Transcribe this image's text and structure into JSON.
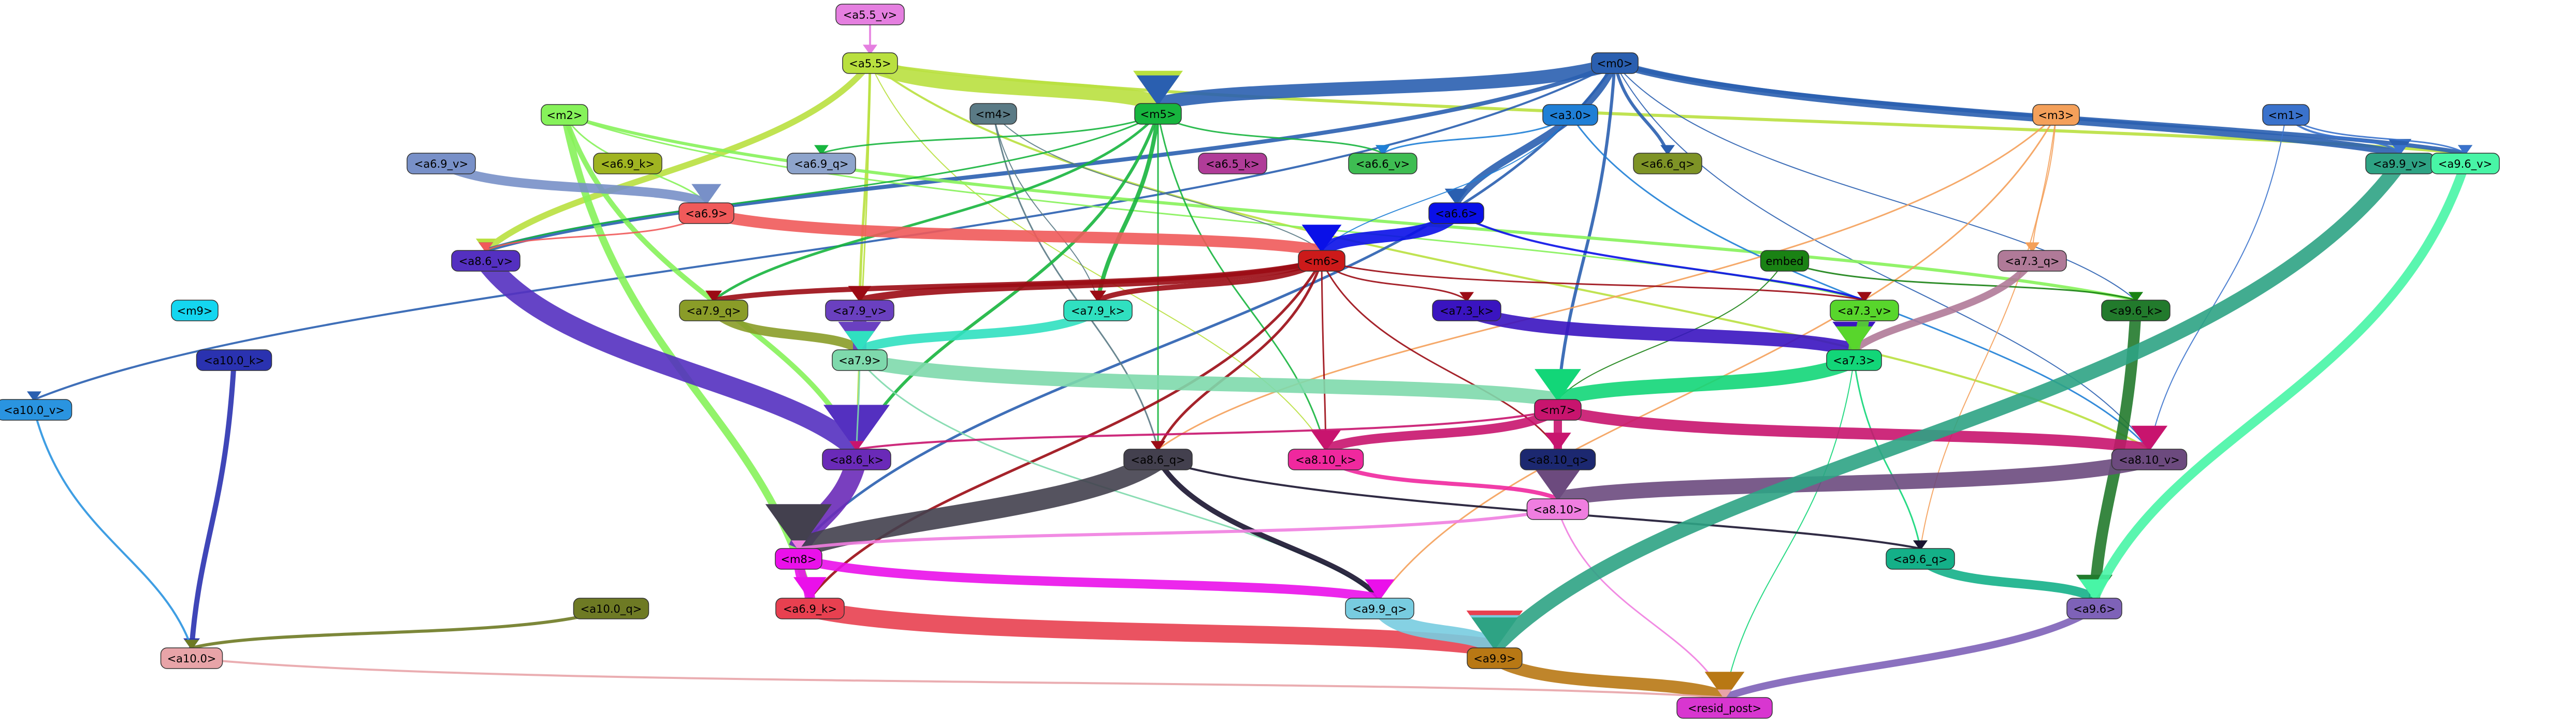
{
  "graph": {
    "nodes": [
      {
        "id": "a5_5_v",
        "label": "<a5.5_v>",
        "fill": "#e57fe0",
        "text": "#000000"
      },
      {
        "id": "a5_5",
        "label": "<a5.5>",
        "fill": "#b9e03f",
        "text": "#000000"
      },
      {
        "id": "m0",
        "label": "<m0>",
        "fill": "#2a5fb0",
        "text": "#000000"
      },
      {
        "id": "m2",
        "label": "<m2>",
        "fill": "#86f25a",
        "text": "#000000"
      },
      {
        "id": "m4",
        "label": "<m4>",
        "fill": "#5a7a85",
        "text": "#000000"
      },
      {
        "id": "m5",
        "label": "<m5>",
        "fill": "#17b53e",
        "text": "#000000"
      },
      {
        "id": "a3_0",
        "label": "<a3.0>",
        "fill": "#1f7fd6",
        "text": "#000000"
      },
      {
        "id": "m3",
        "label": "<m3>",
        "fill": "#f4a05a",
        "text": "#000000"
      },
      {
        "id": "m1",
        "label": "<m1>",
        "fill": "#3a72cc",
        "text": "#000000"
      },
      {
        "id": "a6_9_v",
        "label": "<a6.9_v>",
        "fill": "#7890c8",
        "text": "#000000"
      },
      {
        "id": "a6_9_k",
        "label": "<a6.9_k>",
        "fill": "#a0b421",
        "text": "#000000"
      },
      {
        "id": "a6_9_q",
        "label": "<a6.9_q>",
        "fill": "#8ea4cc",
        "text": "#000000"
      },
      {
        "id": "a6_5_k",
        "label": "<a6.5_k>",
        "fill": "#b03c98",
        "text": "#000000"
      },
      {
        "id": "a6_6_v",
        "label": "<a6.6_v>",
        "fill": "#3ebd52",
        "text": "#000000"
      },
      {
        "id": "a6_6_q",
        "label": "<a6.6_q>",
        "fill": "#7e9326",
        "text": "#000000"
      },
      {
        "id": "a9_9_v",
        "label": "<a9.9_v>",
        "fill": "#2ea384",
        "text": "#000000"
      },
      {
        "id": "a9_6_v",
        "label": "<a9.6_v>",
        "fill": "#48f5a6",
        "text": "#000000"
      },
      {
        "id": "a6_9",
        "label": "<a6.9>",
        "fill": "#f05a5a",
        "text": "#000000"
      },
      {
        "id": "a6_6",
        "label": "<a6.6>",
        "fill": "#0a10e8",
        "text": "#000000"
      },
      {
        "id": "a8_6_v",
        "label": "<a8.6_v>",
        "fill": "#5430c0",
        "text": "#000000"
      },
      {
        "id": "m6",
        "label": "<m6>",
        "fill": "#cc1a1a",
        "text": "#000000"
      },
      {
        "id": "embed",
        "label": "embed",
        "fill": "#1a8214",
        "text": "#000000"
      },
      {
        "id": "a7_3_q",
        "label": "<a7.3_q>",
        "fill": "#b07a98",
        "text": "#000000"
      },
      {
        "id": "m9",
        "label": "<m9>",
        "fill": "#14d6f0",
        "text": "#000000"
      },
      {
        "id": "a7_9_q",
        "label": "<a7.9_q>",
        "fill": "#8a9c28",
        "text": "#000000"
      },
      {
        "id": "a7_9_v",
        "label": "<a7.9_v>",
        "fill": "#6a40c0",
        "text": "#000000"
      },
      {
        "id": "a7_9_k",
        "label": "<a7.9_k>",
        "fill": "#30e0c0",
        "text": "#000000"
      },
      {
        "id": "a7_3_k",
        "label": "<a7.3_k>",
        "fill": "#3a14c0",
        "text": "#000000"
      },
      {
        "id": "a7_3_v",
        "label": "<a7.3_v>",
        "fill": "#58d62c",
        "text": "#000000"
      },
      {
        "id": "a9_6_k",
        "label": "<a9.6_k>",
        "fill": "#227a2c",
        "text": "#000000"
      },
      {
        "id": "a10_0_k",
        "label": "<a10.0_k>",
        "fill": "#2a32b0",
        "text": "#000000"
      },
      {
        "id": "a7_9",
        "label": "<a7.9>",
        "fill": "#7ed9ac",
        "text": "#000000"
      },
      {
        "id": "a7_3",
        "label": "<a7.3>",
        "fill": "#12d678",
        "text": "#000000"
      },
      {
        "id": "a10_0_v",
        "label": "<a10.0_v>",
        "fill": "#2a94e0",
        "text": "#000000"
      },
      {
        "id": "m7",
        "label": "<m7>",
        "fill": "#c8146e",
        "text": "#000000"
      },
      {
        "id": "a8_6_k",
        "label": "<a8.6_k>",
        "fill": "#6a2ab8",
        "text": "#000000"
      },
      {
        "id": "a8_6_q",
        "label": "<a8.6_q>",
        "fill": "#43404e",
        "text": "#000000"
      },
      {
        "id": "a8_10_k",
        "label": "<a8.10_k>",
        "fill": "#f0289e",
        "text": "#000000"
      },
      {
        "id": "a8_10_q",
        "label": "<a8.10_q>",
        "fill": "#1c2870",
        "text": "#000000"
      },
      {
        "id": "a8_10_v",
        "label": "<a8.10_v>",
        "fill": "#6c4a7e",
        "text": "#000000"
      },
      {
        "id": "a8_10",
        "label": "<a8.10>",
        "fill": "#f07ee0",
        "text": "#000000"
      },
      {
        "id": "a9_6_q",
        "label": "<a9.6_q>",
        "fill": "#14b088",
        "text": "#000000"
      },
      {
        "id": "m8",
        "label": "<m8>",
        "fill": "#ea10ea",
        "text": "#000000"
      },
      {
        "id": "a10_0_q",
        "label": "<a10.0_q>",
        "fill": "#6e7a24",
        "text": "#000000"
      },
      {
        "id": "a6_9_k2",
        "label": "<a6.9_k>",
        "fill": "#e84050",
        "text": "#000000"
      },
      {
        "id": "a9_9_q",
        "label": "<a9.9_q>",
        "fill": "#78cce0",
        "text": "#000000"
      },
      {
        "id": "a9_6",
        "label": "<a9.6>",
        "fill": "#7e62b8",
        "text": "#000000"
      },
      {
        "id": "a10_0",
        "label": "<a10.0>",
        "fill": "#e8a4a8",
        "text": "#000000"
      },
      {
        "id": "a9_9",
        "label": "<a9.9>",
        "fill": "#b87814",
        "text": "#000000"
      },
      {
        "id": "resid_post",
        "label": "<resid_post>",
        "fill": "#d836d0",
        "text": "#000000"
      }
    ],
    "edges": [
      {
        "from": "a5_5_v",
        "to": "a5_5",
        "color": "#e57fe0",
        "w": 4,
        "arrow": true
      },
      {
        "from": "a5_5",
        "to": "m5",
        "color": "#b9e03f",
        "w": 30,
        "arrow": true
      },
      {
        "from": "a5_5",
        "to": "a8_6_v",
        "color": "#b9e03f",
        "w": 12,
        "arrow": true
      },
      {
        "from": "a5_5",
        "to": "a9_6_v",
        "color": "#b9e03f",
        "w": 6,
        "arrow": true
      },
      {
        "from": "a5_5",
        "to": "a7_9_v",
        "color": "#b9e03f",
        "w": 5,
        "arrow": true
      },
      {
        "from": "a5_5",
        "to": "a8_6_k",
        "color": "#b9e03f",
        "w": 3,
        "arrow": true
      },
      {
        "from": "a5_5",
        "to": "a8_10_v",
        "color": "#b9e03f",
        "w": 4,
        "arrow": true
      },
      {
        "from": "a5_5",
        "to": "a8_10_k",
        "color": "#b9e03f",
        "w": 2,
        "arrow": true
      },
      {
        "from": "m0",
        "to": "m5",
        "color": "#2a5fb0",
        "w": 26,
        "arrow": true
      },
      {
        "from": "m0",
        "to": "a6_6",
        "color": "#2a5fb0",
        "w": 14,
        "arrow": true
      },
      {
        "from": "m0",
        "to": "a9_9_v",
        "color": "#2a5fb0",
        "w": 14,
        "arrow": true
      },
      {
        "from": "m0",
        "to": "a9_6_v",
        "color": "#2a5fb0",
        "w": 8,
        "arrow": true
      },
      {
        "from": "m0",
        "to": "a8_6_v",
        "color": "#2a5fb0",
        "w": 8,
        "arrow": true
      },
      {
        "from": "m0",
        "to": "a6_6_q",
        "color": "#2a5fb0",
        "w": 6,
        "arrow": true
      },
      {
        "from": "m0",
        "to": "m7",
        "color": "#2a5fb0",
        "w": 6,
        "arrow": true
      },
      {
        "from": "m0",
        "to": "a10_0_v",
        "color": "#2a5fb0",
        "w": 4,
        "arrow": true
      },
      {
        "from": "m0",
        "to": "m8",
        "color": "#2a5fb0",
        "w": 5,
        "arrow": true
      },
      {
        "from": "m0",
        "to": "a8_10_v",
        "color": "#2a5fb0",
        "w": 2,
        "arrow": true
      },
      {
        "from": "m0",
        "to": "a9_6_k",
        "color": "#2a5fb0",
        "w": 2,
        "arrow": true
      },
      {
        "from": "m2",
        "to": "a6_9_k2",
        "color": "#86f25a",
        "w": 14,
        "arrow": true
      },
      {
        "from": "m2",
        "to": "a8_6_k",
        "color": "#86f25a",
        "w": 10,
        "arrow": true
      },
      {
        "from": "m2",
        "to": "a9_6_k",
        "color": "#86f25a",
        "w": 6,
        "arrow": true
      },
      {
        "from": "m2",
        "to": "a7_3_v",
        "color": "#86f25a",
        "w": 3,
        "arrow": true
      },
      {
        "from": "m2",
        "to": "a6_9",
        "color": "#86f25a",
        "w": 3,
        "arrow": true
      },
      {
        "from": "m4",
        "to": "a8_6_q",
        "color": "#5a7a85",
        "w": 3,
        "arrow": true
      },
      {
        "from": "m4",
        "to": "a7_9_k",
        "color": "#5a7a85",
        "w": 2,
        "arrow": true
      },
      {
        "from": "m4",
        "to": "m6",
        "color": "#5a7a85",
        "w": 2,
        "arrow": true
      },
      {
        "from": "m5",
        "to": "a7_9_k",
        "color": "#17b53e",
        "w": 8,
        "arrow": true
      },
      {
        "from": "m5",
        "to": "a8_6_k",
        "color": "#17b53e",
        "w": 6,
        "arrow": true
      },
      {
        "from": "m5",
        "to": "a7_9_q",
        "color": "#17b53e",
        "w": 5,
        "arrow": true
      },
      {
        "from": "m5",
        "to": "a6_9_q",
        "color": "#17b53e",
        "w": 3,
        "arrow": true
      },
      {
        "from": "m5",
        "to": "a6_6_v",
        "color": "#17b53e",
        "w": 3,
        "arrow": true
      },
      {
        "from": "m5",
        "to": "a8_6_v",
        "color": "#17b53e",
        "w": 3,
        "arrow": true
      },
      {
        "from": "m5",
        "to": "a8_10_k",
        "color": "#17b53e",
        "w": 3,
        "arrow": true
      },
      {
        "from": "m5",
        "to": "a8_6_q",
        "color": "#17b53e",
        "w": 3,
        "arrow": true
      },
      {
        "from": "a3_0",
        "to": "a6_6_v",
        "color": "#1f7fd6",
        "w": 3,
        "arrow": true
      },
      {
        "from": "a3_0",
        "to": "a8_10_v",
        "color": "#1f7fd6",
        "w": 3,
        "arrow": true
      },
      {
        "from": "a3_0",
        "to": "m6",
        "color": "#1f7fd6",
        "w": 2,
        "arrow": true
      },
      {
        "from": "m3",
        "to": "a9_9_q",
        "color": "#f4a05a",
        "w": 3,
        "arrow": true
      },
      {
        "from": "m3",
        "to": "a8_6_q",
        "color": "#f4a05a",
        "w": 3,
        "arrow": true
      },
      {
        "from": "m3",
        "to": "a7_3_q",
        "color": "#f4a05a",
        "w": 2,
        "arrow": true
      },
      {
        "from": "m3",
        "to": "a9_6_q",
        "color": "#f4a05a",
        "w": 2,
        "arrow": true
      },
      {
        "from": "m1",
        "to": "a9_9_v",
        "color": "#3a72cc",
        "w": 4,
        "arrow": true
      },
      {
        "from": "m1",
        "to": "a9_6_v",
        "color": "#3a72cc",
        "w": 3,
        "arrow": true
      },
      {
        "from": "m1",
        "to": "a8_10_v",
        "color": "#3a72cc",
        "w": 2,
        "arrow": true
      },
      {
        "from": "a6_9_v",
        "to": "a6_9",
        "color": "#7890c8",
        "w": 18,
        "arrow": true
      },
      {
        "from": "a6_9",
        "to": "m6",
        "color": "#f05a5a",
        "w": 22,
        "arrow": true
      },
      {
        "from": "a6_9",
        "to": "a8_6_v",
        "color": "#f05a5a",
        "w": 3,
        "arrow": true
      },
      {
        "from": "a6_6",
        "to": "m6",
        "color": "#0a10e8",
        "w": 24,
        "arrow": true
      },
      {
        "from": "a6_6",
        "to": "a7_3_v",
        "color": "#0a10e8",
        "w": 4,
        "arrow": true
      },
      {
        "from": "a8_6_v",
        "to": "a8_6_k",
        "color": "#5430c0",
        "w": 40,
        "arrow": true
      },
      {
        "from": "m6",
        "to": "a7_9_v",
        "color": "#9b0b14",
        "w": 14,
        "arrow": true
      },
      {
        "from": "m6",
        "to": "a7_9_q",
        "color": "#9b0b14",
        "w": 10,
        "arrow": true
      },
      {
        "from": "m6",
        "to": "a7_9_k",
        "color": "#9b0b14",
        "w": 10,
        "arrow": true
      },
      {
        "from": "m6",
        "to": "a7_3_k",
        "color": "#9b0b14",
        "w": 3,
        "arrow": true
      },
      {
        "from": "m6",
        "to": "a6_9_k2",
        "color": "#9b0b14",
        "w": 5,
        "arrow": true
      },
      {
        "from": "m6",
        "to": "a8_6_q",
        "color": "#9b0b14",
        "w": 5,
        "arrow": true
      },
      {
        "from": "m6",
        "to": "a8_10_q",
        "color": "#9b0b14",
        "w": 3,
        "arrow": true
      },
      {
        "from": "m6",
        "to": "a8_10_k",
        "color": "#9b0b14",
        "w": 3,
        "arrow": true
      },
      {
        "from": "m6",
        "to": "a7_3_v",
        "color": "#9b0b14",
        "w": 3,
        "arrow": true
      },
      {
        "from": "embed",
        "to": "a9_6_k",
        "color": "#1a8214",
        "w": 3,
        "arrow": true
      },
      {
        "from": "embed",
        "to": "m7",
        "color": "#1a8214",
        "w": 2,
        "arrow": true
      },
      {
        "from": "a7_3_q",
        "to": "a7_3",
        "color": "#b07a98",
        "w": 14,
        "arrow": true
      },
      {
        "from": "a7_9_q",
        "to": "a7_9",
        "color": "#8a9c28",
        "w": 18,
        "arrow": true
      },
      {
        "from": "a7_9_v",
        "to": "a7_9",
        "color": "#6a40c0",
        "w": 26,
        "arrow": true
      },
      {
        "from": "a7_9_k",
        "to": "a7_9",
        "color": "#30e0c0",
        "w": 18,
        "arrow": true
      },
      {
        "from": "a7_3_k",
        "to": "a7_3",
        "color": "#3a14c0",
        "w": 26,
        "arrow": true
      },
      {
        "from": "a7_3_v",
        "to": "a7_3",
        "color": "#58d62c",
        "w": 22,
        "arrow": true
      },
      {
        "from": "a9_6_k",
        "to": "a9_6",
        "color": "#227a2c",
        "w": 22,
        "arrow": true
      },
      {
        "from": "a10_0_k",
        "to": "a10_0",
        "color": "#2a32b0",
        "w": 10,
        "arrow": true
      },
      {
        "from": "a7_9",
        "to": "m7",
        "color": "#7ed9ac",
        "w": 28,
        "arrow": true
      },
      {
        "from": "a7_9",
        "to": "a9_9_q",
        "color": "#7ed9ac",
        "w": 3,
        "arrow": true
      },
      {
        "from": "a7_9",
        "to": "a8_6_k",
        "color": "#7ed9ac",
        "w": 3,
        "arrow": true
      },
      {
        "from": "a7_3",
        "to": "m7",
        "color": "#12d678",
        "w": 28,
        "arrow": true
      },
      {
        "from": "a7_3",
        "to": "a9_6_q",
        "color": "#12d678",
        "w": 3,
        "arrow": true
      },
      {
        "from": "a7_3",
        "to": "resid_post",
        "color": "#12d678",
        "w": 2,
        "arrow": true
      },
      {
        "from": "a10_0_v",
        "to": "a10_0",
        "color": "#2a94e0",
        "w": 4,
        "arrow": true
      },
      {
        "from": "m7",
        "to": "a8_10_v",
        "color": "#c8146e",
        "w": 22,
        "arrow": true
      },
      {
        "from": "m7",
        "to": "a8_10_k",
        "color": "#c8146e",
        "w": 18,
        "arrow": true
      },
      {
        "from": "m7",
        "to": "a8_10_q",
        "color": "#c8146e",
        "w": 16,
        "arrow": true
      },
      {
        "from": "m7",
        "to": "a8_6_k",
        "color": "#c8146e",
        "w": 4,
        "arrow": true
      },
      {
        "from": "a8_6_k",
        "to": "m8",
        "color": "#6a2ab8",
        "w": 40,
        "arrow": true
      },
      {
        "from": "a8_6_q",
        "to": "m8",
        "color": "#43404e",
        "w": 40,
        "arrow": true
      },
      {
        "from": "a8_6_q",
        "to": "a9_9_q",
        "color": "#1a1430",
        "w": 10,
        "arrow": true
      },
      {
        "from": "a8_6_q",
        "to": "a9_6_q",
        "color": "#1a1430",
        "w": 4,
        "arrow": true
      },
      {
        "from": "a8_10_k",
        "to": "a8_10",
        "color": "#f0289e",
        "w": 8,
        "arrow": true
      },
      {
        "from": "a8_10_q",
        "to": "a8_10",
        "color": "#1c2870",
        "w": 6,
        "arrow": true
      },
      {
        "from": "a8_10_v",
        "to": "a8_10",
        "color": "#6c4a7e",
        "w": 30,
        "arrow": true
      },
      {
        "from": "a8_10",
        "to": "m8",
        "color": "#f07ee0",
        "w": 6,
        "arrow": true
      },
      {
        "from": "a8_10",
        "to": "resid_post",
        "color": "#f07ee0",
        "w": 3,
        "arrow": true
      },
      {
        "from": "a9_6_q",
        "to": "a9_6",
        "color": "#14b088",
        "w": 18,
        "arrow": true
      },
      {
        "from": "m8",
        "to": "a9_9_q",
        "color": "#ea10ea",
        "w": 18,
        "arrow": true
      },
      {
        "from": "m8",
        "to": "a6_9_k2",
        "color": "#ea10ea",
        "w": 20,
        "arrow": true
      },
      {
        "from": "a10_0_q",
        "to": "a10_0",
        "color": "#6e7a24",
        "w": 6,
        "arrow": true
      },
      {
        "from": "a6_9_k2",
        "to": "a9_9",
        "color": "#e84050",
        "w": 34,
        "arrow": true
      },
      {
        "from": "a9_9_q",
        "to": "a9_9",
        "color": "#78cce0",
        "w": 30,
        "arrow": true
      },
      {
        "from": "a9_9_v",
        "to": "a9_9",
        "color": "#2ea384",
        "w": 28,
        "arrow": true
      },
      {
        "from": "a9_6_v",
        "to": "a9_6",
        "color": "#48f5a6",
        "w": 18,
        "arrow": true
      },
      {
        "from": "a9_6",
        "to": "resid_post",
        "color": "#7e62b8",
        "w": 14,
        "arrow": true
      },
      {
        "from": "a9_9",
        "to": "resid_post",
        "color": "#b87814",
        "w": 24,
        "arrow": true
      },
      {
        "from": "a10_0",
        "to": "resid_post",
        "color": "#e8a4a8",
        "w": 4,
        "arrow": true
      }
    ]
  }
}
